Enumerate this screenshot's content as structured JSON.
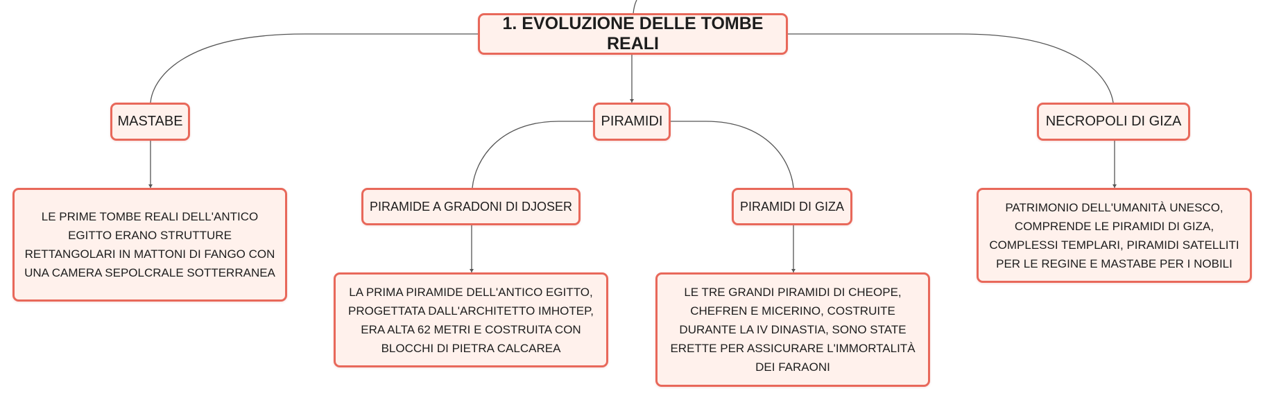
{
  "mindmap": {
    "root": "1. EVOLUZIONE DELLE TOMBE REALI",
    "branches": {
      "mastabe": {
        "label": "MASTABE",
        "description": "LE PRIME TOMBE REALI DELL'ANTICO EGITTO ERANO STRUTTURE RETTANGOLARI IN MATTONI DI FANGO CON UNA CAMERA SEPOLCRALE SOTTERRANEA"
      },
      "piramidi": {
        "label": "PIRAMIDI",
        "djoser": {
          "label": "PIRAMIDE A GRADONI DI DJOSER",
          "description": "LA PRIMA PIRAMIDE DELL'ANTICO EGITTO, PROGETTATA DALL'ARCHITETTO IMHOTEP, ERA ALTA 62 METRI E COSTRUITA CON BLOCCHI DI PIETRA CALCAREA"
        },
        "giza": {
          "label": "PIRAMIDI DI GIZA",
          "description": "LE TRE GRANDI PIRAMIDI DI CHEOPE, CHEFREN E MICERINO, COSTRUITE DURANTE LA IV DINASTIA, SONO STATE ERETTE PER ASSICURARE L'IMMORTALITÀ DEI FARAONI"
        }
      },
      "necropoli": {
        "label": "NECROPOLI DI GIZA",
        "description": "PATRIMONIO DELL'UMANITÀ UNESCO, COMPRENDE LE PIRAMIDI DI GIZA, COMPLESSI TEMPLARI, PIRAMIDI SATELLITI PER LE REGINE E MASTABE PER I NOBILI"
      }
    },
    "colors": {
      "node_border": "#e8685a",
      "node_fill": "#fff1ec",
      "connector": "#555555",
      "text": "#1d1d1d"
    }
  }
}
